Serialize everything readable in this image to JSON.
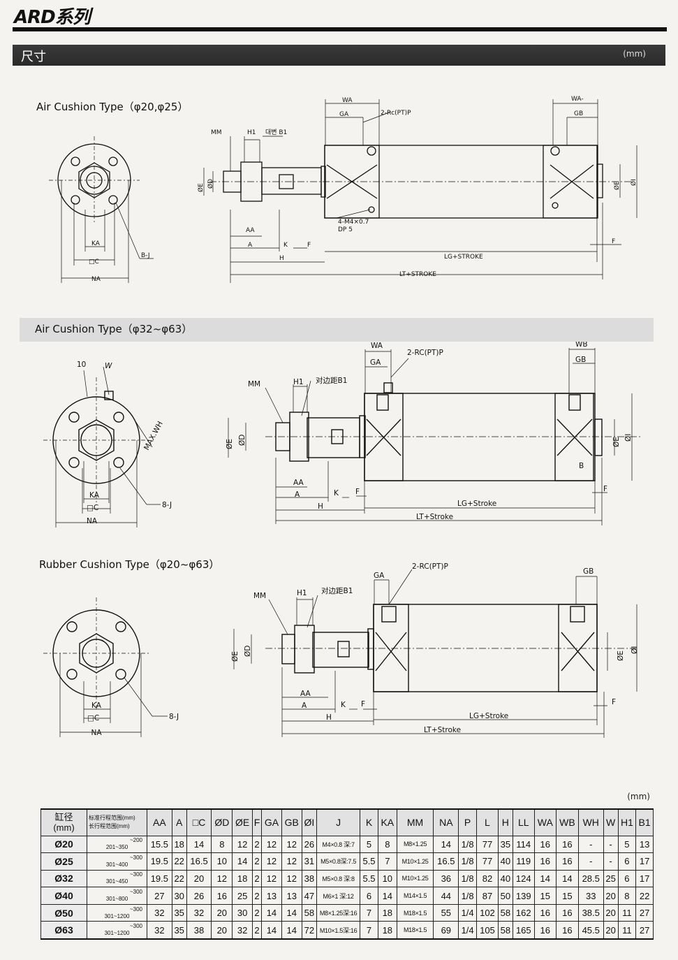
{
  "header": {
    "series_title": "ARD系列",
    "section_label": "尺寸",
    "unit": "(mm)"
  },
  "sections": {
    "air_small": {
      "title": "Air Cushion Type（φ20,φ25）"
    },
    "air_large": {
      "title": "Air Cushion Type（φ32~φ63）"
    },
    "rubber": {
      "title": "Rubber Cushion Type（φ20~φ63）"
    }
  },
  "labels": {
    "d1": {
      "MM": "MM",
      "H1": "H1",
      "B1": "대변 B1",
      "WA": "WA",
      "GA": "GA",
      "port": "2-Rc(PT)P",
      "WA2": "WA-",
      "GB": "GB",
      "E": "ØE",
      "D": "ØD",
      "I": "ØI",
      "tap": "4-M4×0.7",
      "dp": "DP 5",
      "AA": "AA",
      "A": "A",
      "K": "K",
      "F": "F",
      "H": "H",
      "LG": "LG+STROKE",
      "LT": "LT+STROKE",
      "KA": "KA",
      "C": "□C",
      "BJ": "B-J",
      "NA": "NA"
    },
    "d2": {
      "angle": "10",
      "W": "W",
      "MAXWH": "MAX.WH",
      "MM": "MM",
      "H1": "H1",
      "B1": "对边距B1",
      "WA": "WA",
      "GA": "GA",
      "port": "2-RC(PT)P",
      "WB": "WB",
      "GB": "GB",
      "E": "ØE",
      "D": "ØD",
      "I": "ØI",
      "B": "B",
      "AA": "AA",
      "A": "A",
      "K": "K",
      "F": "F",
      "F2": "F",
      "H": "H",
      "LG": "LG+Stroke",
      "LT": "LT+Stroke",
      "KA": "KA",
      "C": "□C",
      "J": "8-J",
      "NA": "NA"
    },
    "d3": {
      "GA": "GA",
      "port": "2-RC(PT)P",
      "GB": "GB",
      "MM": "MM",
      "H1": "H1",
      "B1": "对边距B1",
      "E": "ØE",
      "D": "ØD",
      "E2": "ØE",
      "I": "ØI",
      "AA": "AA",
      "A": "A",
      "K": "K",
      "F": "F",
      "F2": "F",
      "H": "H",
      "LG": "LG+Stroke",
      "LT": "LT+Stroke",
      "KA": "KA",
      "C": "□C",
      "J": "8-J",
      "NA": "NA"
    }
  },
  "table": {
    "unit": "(mm)",
    "bore_header": [
      "缸径",
      "(mm)"
    ],
    "stroke_header": [
      "标准行程范围(mm)",
      "长行程范围(mm)"
    ],
    "columns": [
      "AA",
      "A",
      "□C",
      "ØD",
      "ØE",
      "F",
      "GA",
      "GB",
      "ØI",
      "J",
      "K",
      "KA",
      "MM",
      "NA",
      "P",
      "L",
      "H",
      "LL",
      "WA",
      "WB",
      "WH",
      "W",
      "H1",
      "B1"
    ],
    "rows": [
      {
        "bore": "Ø20",
        "std": "~200",
        "long": "201~350",
        "cells": [
          "15.5",
          "18",
          "14",
          "8",
          "12",
          "2",
          "12",
          "12",
          "26",
          "M4×0.8 深:7",
          "5",
          "8",
          "M8×1.25",
          "14",
          "1/8",
          "77",
          "35",
          "114",
          "16",
          "16",
          "-",
          "-",
          "5",
          "13"
        ]
      },
      {
        "bore": "Ø25",
        "std": "~300",
        "long": "301~400",
        "cells": [
          "19.5",
          "22",
          "16.5",
          "10",
          "14",
          "2",
          "12",
          "12",
          "31",
          "M5×0.8深:7.5",
          "5.5",
          "7",
          "M10×1.25",
          "16.5",
          "1/8",
          "77",
          "40",
          "119",
          "16",
          "16",
          "-",
          "-",
          "6",
          "17"
        ]
      },
      {
        "bore": "Ø32",
        "std": "~300",
        "long": "301~450",
        "cells": [
          "19.5",
          "22",
          "20",
          "12",
          "18",
          "2",
          "12",
          "12",
          "38",
          "M5×0.8 深:8",
          "5.5",
          "10",
          "M10×1.25",
          "36",
          "1/8",
          "82",
          "40",
          "124",
          "14",
          "14",
          "28.5",
          "25",
          "6",
          "17"
        ]
      },
      {
        "bore": "Ø40",
        "std": "~300",
        "long": "301~800",
        "cells": [
          "27",
          "30",
          "26",
          "16",
          "25",
          "2",
          "13",
          "13",
          "47",
          "M6×1 深:12",
          "6",
          "14",
          "M14×1.5",
          "44",
          "1/8",
          "87",
          "50",
          "139",
          "15",
          "15",
          "33",
          "20",
          "8",
          "22"
        ]
      },
      {
        "bore": "Ø50",
        "std": "~300",
        "long": "301~1200",
        "cells": [
          "32",
          "35",
          "32",
          "20",
          "30",
          "2",
          "14",
          "14",
          "58",
          "M8×1.25深:16",
          "7",
          "18",
          "M18×1.5",
          "55",
          "1/4",
          "102",
          "58",
          "162",
          "16",
          "16",
          "38.5",
          "20",
          "11",
          "27"
        ]
      },
      {
        "bore": "Ø63",
        "std": "~300",
        "long": "301~1200",
        "cells": [
          "32",
          "35",
          "38",
          "20",
          "32",
          "2",
          "14",
          "14",
          "72",
          "M10×1.5深:16",
          "7",
          "18",
          "M18×1.5",
          "69",
          "1/4",
          "105",
          "58",
          "165",
          "16",
          "16",
          "45.5",
          "20",
          "11",
          "27"
        ]
      }
    ]
  }
}
